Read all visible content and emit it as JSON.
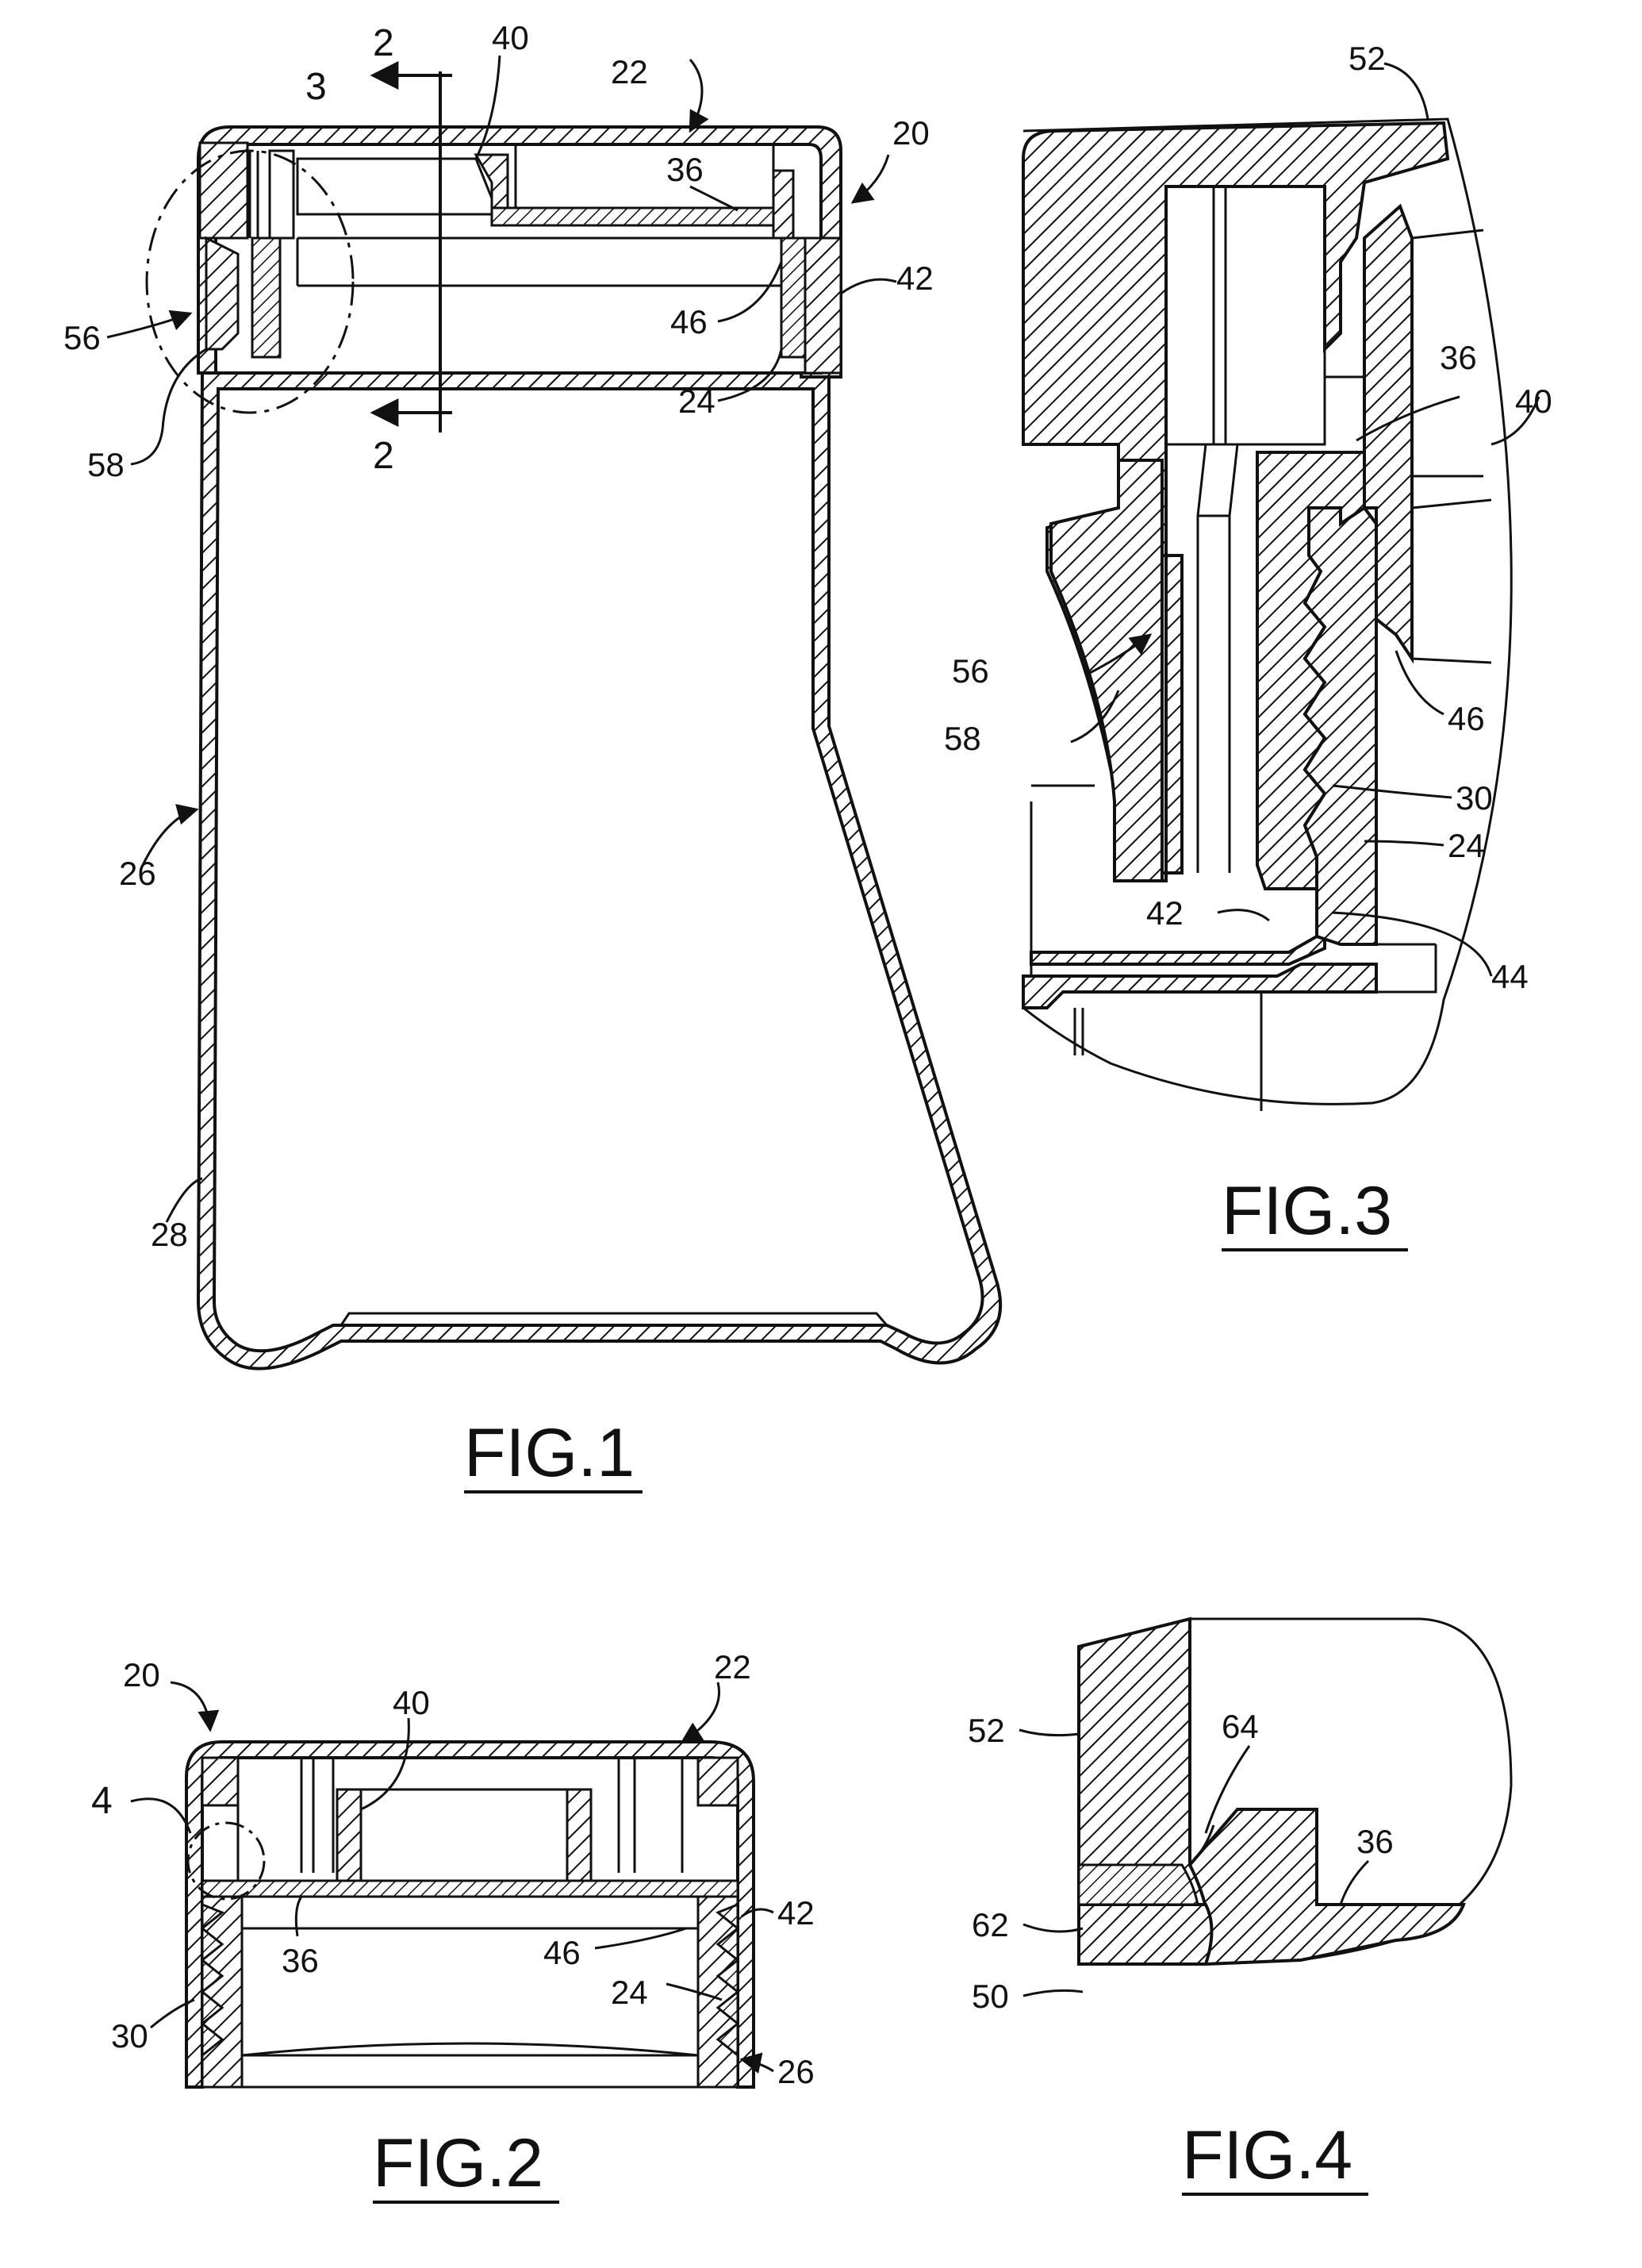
{
  "figures": {
    "fig1": {
      "caption": "FIG.1",
      "labels": {
        "section_top": "2",
        "section_bottom": "2",
        "detail": "3",
        "l20": "20",
        "l22": "22",
        "l24": "24",
        "l26": "26",
        "l28": "28",
        "l36": "36",
        "l40": "40",
        "l42": "42",
        "l46": "46",
        "l56": "56",
        "l58": "58"
      }
    },
    "fig2": {
      "caption": "FIG.2",
      "labels": {
        "l4": "4",
        "l20": "20",
        "l22": "22",
        "l24": "24",
        "l26": "26",
        "l30": "30",
        "l36": "36",
        "l40": "40",
        "l42": "42",
        "l46": "46"
      }
    },
    "fig3": {
      "caption": "FIG.3",
      "labels": {
        "l24": "24",
        "l30": "30",
        "l36": "36",
        "l40": "40",
        "l42": "42",
        "l44": "44",
        "l46": "46",
        "l52": "52",
        "l56": "56",
        "l58": "58"
      }
    },
    "fig4": {
      "caption": "FIG.4",
      "labels": {
        "l36": "36",
        "l50": "50",
        "l52": "52",
        "l62": "62",
        "l64": "64"
      }
    }
  }
}
